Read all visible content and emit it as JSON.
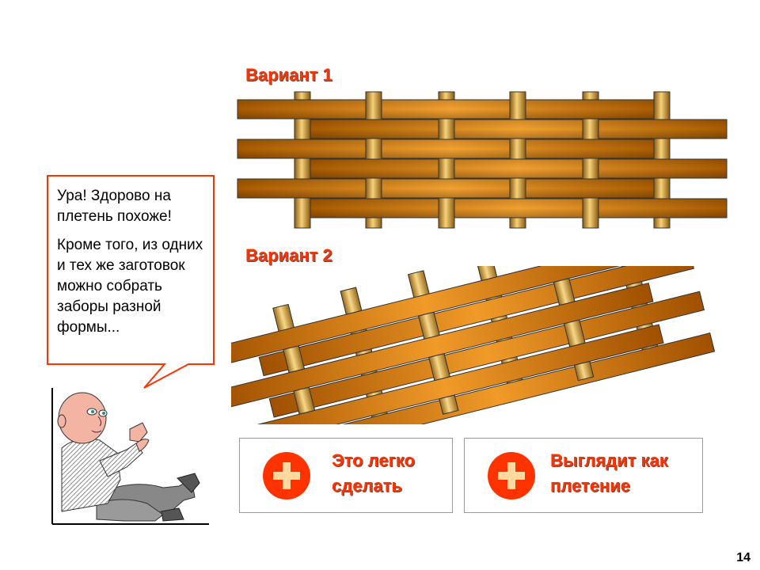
{
  "variant1": {
    "title": "Вариант 1"
  },
  "variant2": {
    "title": "Вариант 2"
  },
  "speech_bubble": {
    "line1": "Ура! Здорово на плетень похоже!",
    "line2": "Кроме того, из одних и тех же заготовок можно собрать заборы разной формы..."
  },
  "advantages": [
    {
      "text": "Это легко сделать",
      "icon": "plus-icon"
    },
    {
      "text": "Выглядит как плетение",
      "icon": "plus-icon"
    }
  ],
  "page_number": "14",
  "colors": {
    "accent": "#ff3300",
    "wood_light": "#f0c060",
    "wood_dark": "#9a5200",
    "bubble_border": "#ff3300"
  }
}
